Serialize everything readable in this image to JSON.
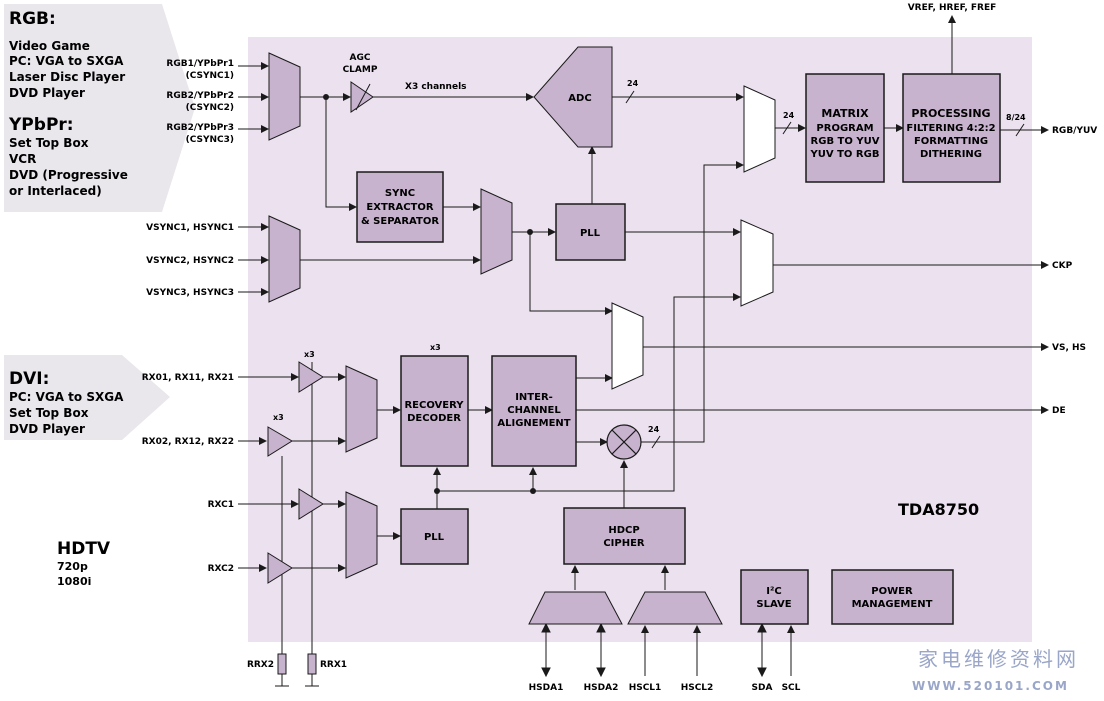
{
  "chip_name": "TDA8750",
  "colors": {
    "chip_bg": "#ebe1ef",
    "block_fill": "#c7b3cd",
    "tag_fill": "#e9e6ec",
    "line": "#1a1a1a",
    "watermark": "#9aa6c8"
  },
  "sources": {
    "rgb_title": "RGB:",
    "rgb_lines": [
      "Video Game",
      "PC: VGA to SXGA",
      "Laser Disc Player",
      "DVD Player"
    ],
    "ypbpr_title": "YPbPr:",
    "ypbpr_lines": [
      "Set Top Box",
      "VCR",
      "DVD (Progressive",
      "or Interlaced)"
    ],
    "dvi_title": "DVI:",
    "dvi_lines": [
      "PC: VGA to SXGA",
      "Set Top Box",
      "DVD Player"
    ],
    "hdtv_title": "HDTV",
    "hdtv_lines": [
      "720p",
      "1080i"
    ]
  },
  "inputs": {
    "rgb1": [
      "RGB1/YPbPr1",
      "(CSYNC1)"
    ],
    "rgb2": [
      "RGB2/YPbPr2",
      "(CSYNC2)"
    ],
    "rgb3": [
      "RGB2/YPbPr3",
      "(CSYNC3)"
    ],
    "vsync1": "VSYNC1, HSYNC1",
    "vsync2": "VSYNC2, HSYNC2",
    "vsync3": "VSYNC3, HSYNC3",
    "rx01": "RX01, RX11, RX21",
    "rx02": "RX02, RX12, RX22",
    "rxc1": "RXC1",
    "rxc2": "RXC2"
  },
  "blocks": {
    "agc": [
      "AGC",
      "CLAMP"
    ],
    "x3_channels": "X3 channels",
    "adc": "ADC",
    "sync": [
      "SYNC",
      "EXTRACTOR",
      "& SEPARATOR"
    ],
    "pll_top": "PLL",
    "matrix": [
      "MATRIX",
      "PROGRAM",
      "RGB TO YUV",
      "YUV TO RGB"
    ],
    "processing": [
      "PROCESSING",
      "FILTERING 4:2:2",
      "FORMATTING",
      "DITHERING"
    ],
    "recovery": [
      "RECOVERY",
      "DECODER"
    ],
    "interchannel": [
      "INTER-",
      "CHANNEL",
      "ALIGNEMENT"
    ],
    "pll_bottom": "PLL",
    "hdcp": [
      "HDCP",
      "CIPHER"
    ],
    "i2c": [
      "I²C",
      "SLAVE"
    ],
    "power": [
      "POWER",
      "MANAGEMENT"
    ]
  },
  "bus_labels": {
    "adc_out": "24",
    "mux_out": "24",
    "proc_out": "8/24",
    "xor_out": "24",
    "x3_a": "x3",
    "x3_b": "x3",
    "x3_c": "x3"
  },
  "outputs": {
    "vref": "VREF, HREF, FREF",
    "rgbyuv": "RGB/YUV",
    "ckp": "CKP",
    "vshs": "VS, HS",
    "de": "DE"
  },
  "bottom_pins": {
    "hsda1": "HSDA1",
    "hsda2": "HSDA2",
    "hscl1": "HSCL1",
    "hscl2": "HSCL2",
    "sda": "SDA",
    "scl": "SCL",
    "rrx2": "RRX2",
    "rrx1": "RRX1"
  },
  "watermark": {
    "cn": "家电维修资料网",
    "url": "WWW.520101.COM"
  }
}
